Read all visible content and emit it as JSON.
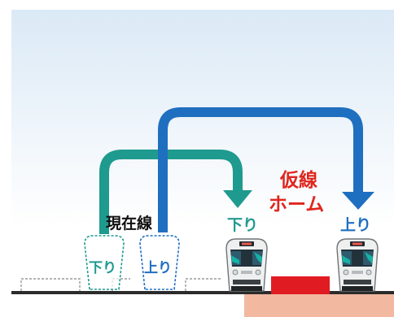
{
  "labels": {
    "current_line": "現在線",
    "temp_platform_line1": "仮線",
    "temp_platform_line2": "ホーム",
    "down": "下り",
    "up": "上り"
  },
  "colors": {
    "down_arrow": "#1f9a8f",
    "up_arrow": "#1f6fc0",
    "down_text": "#1f9a8f",
    "up_text": "#1f6fc0",
    "temp_text": "#e0261d",
    "platform_red": "#e11b22",
    "ground_salmon": "#f2b8a0",
    "sky_top": "#dbe9f6",
    "sky_bottom": "#ffffff"
  }
}
